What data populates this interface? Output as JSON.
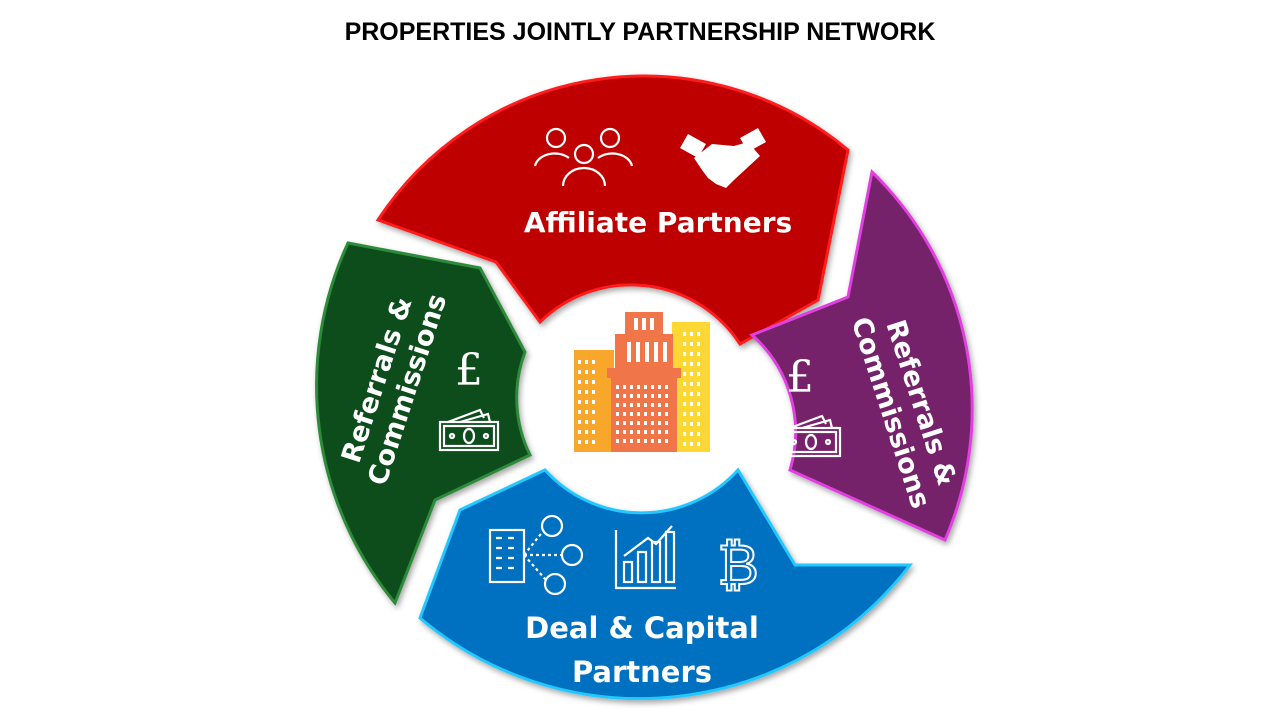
{
  "title": "PROPERTIES JOINTLY PARTNERSHIP NETWORK",
  "center": {
    "icon": "city-buildings-icon"
  },
  "segments": [
    {
      "label": "Affiliate Partners",
      "color": "#BE0000",
      "border": "#FF1A1A",
      "icons": [
        "people-group-icon",
        "handshake-icon"
      ]
    },
    {
      "label_line1": "Referrals &",
      "label_line2": "Commissions",
      "color": "#74206A",
      "border": "#E040E0",
      "icons": [
        "pound-icon",
        "banknotes-icon"
      ]
    },
    {
      "label_line1": "Deal & Capital",
      "label_line2": "Partners",
      "color": "#0070C0",
      "border": "#20C8FF",
      "icons": [
        "network-building-icon",
        "bar-chart-icon",
        "bitcoin-icon"
      ]
    },
    {
      "label_line1": "Referrals &",
      "label_line2": "Commissions",
      "color": "#114E1A",
      "border": "#2E8B3A",
      "icons": [
        "pound-icon",
        "banknotes-icon"
      ]
    }
  ]
}
